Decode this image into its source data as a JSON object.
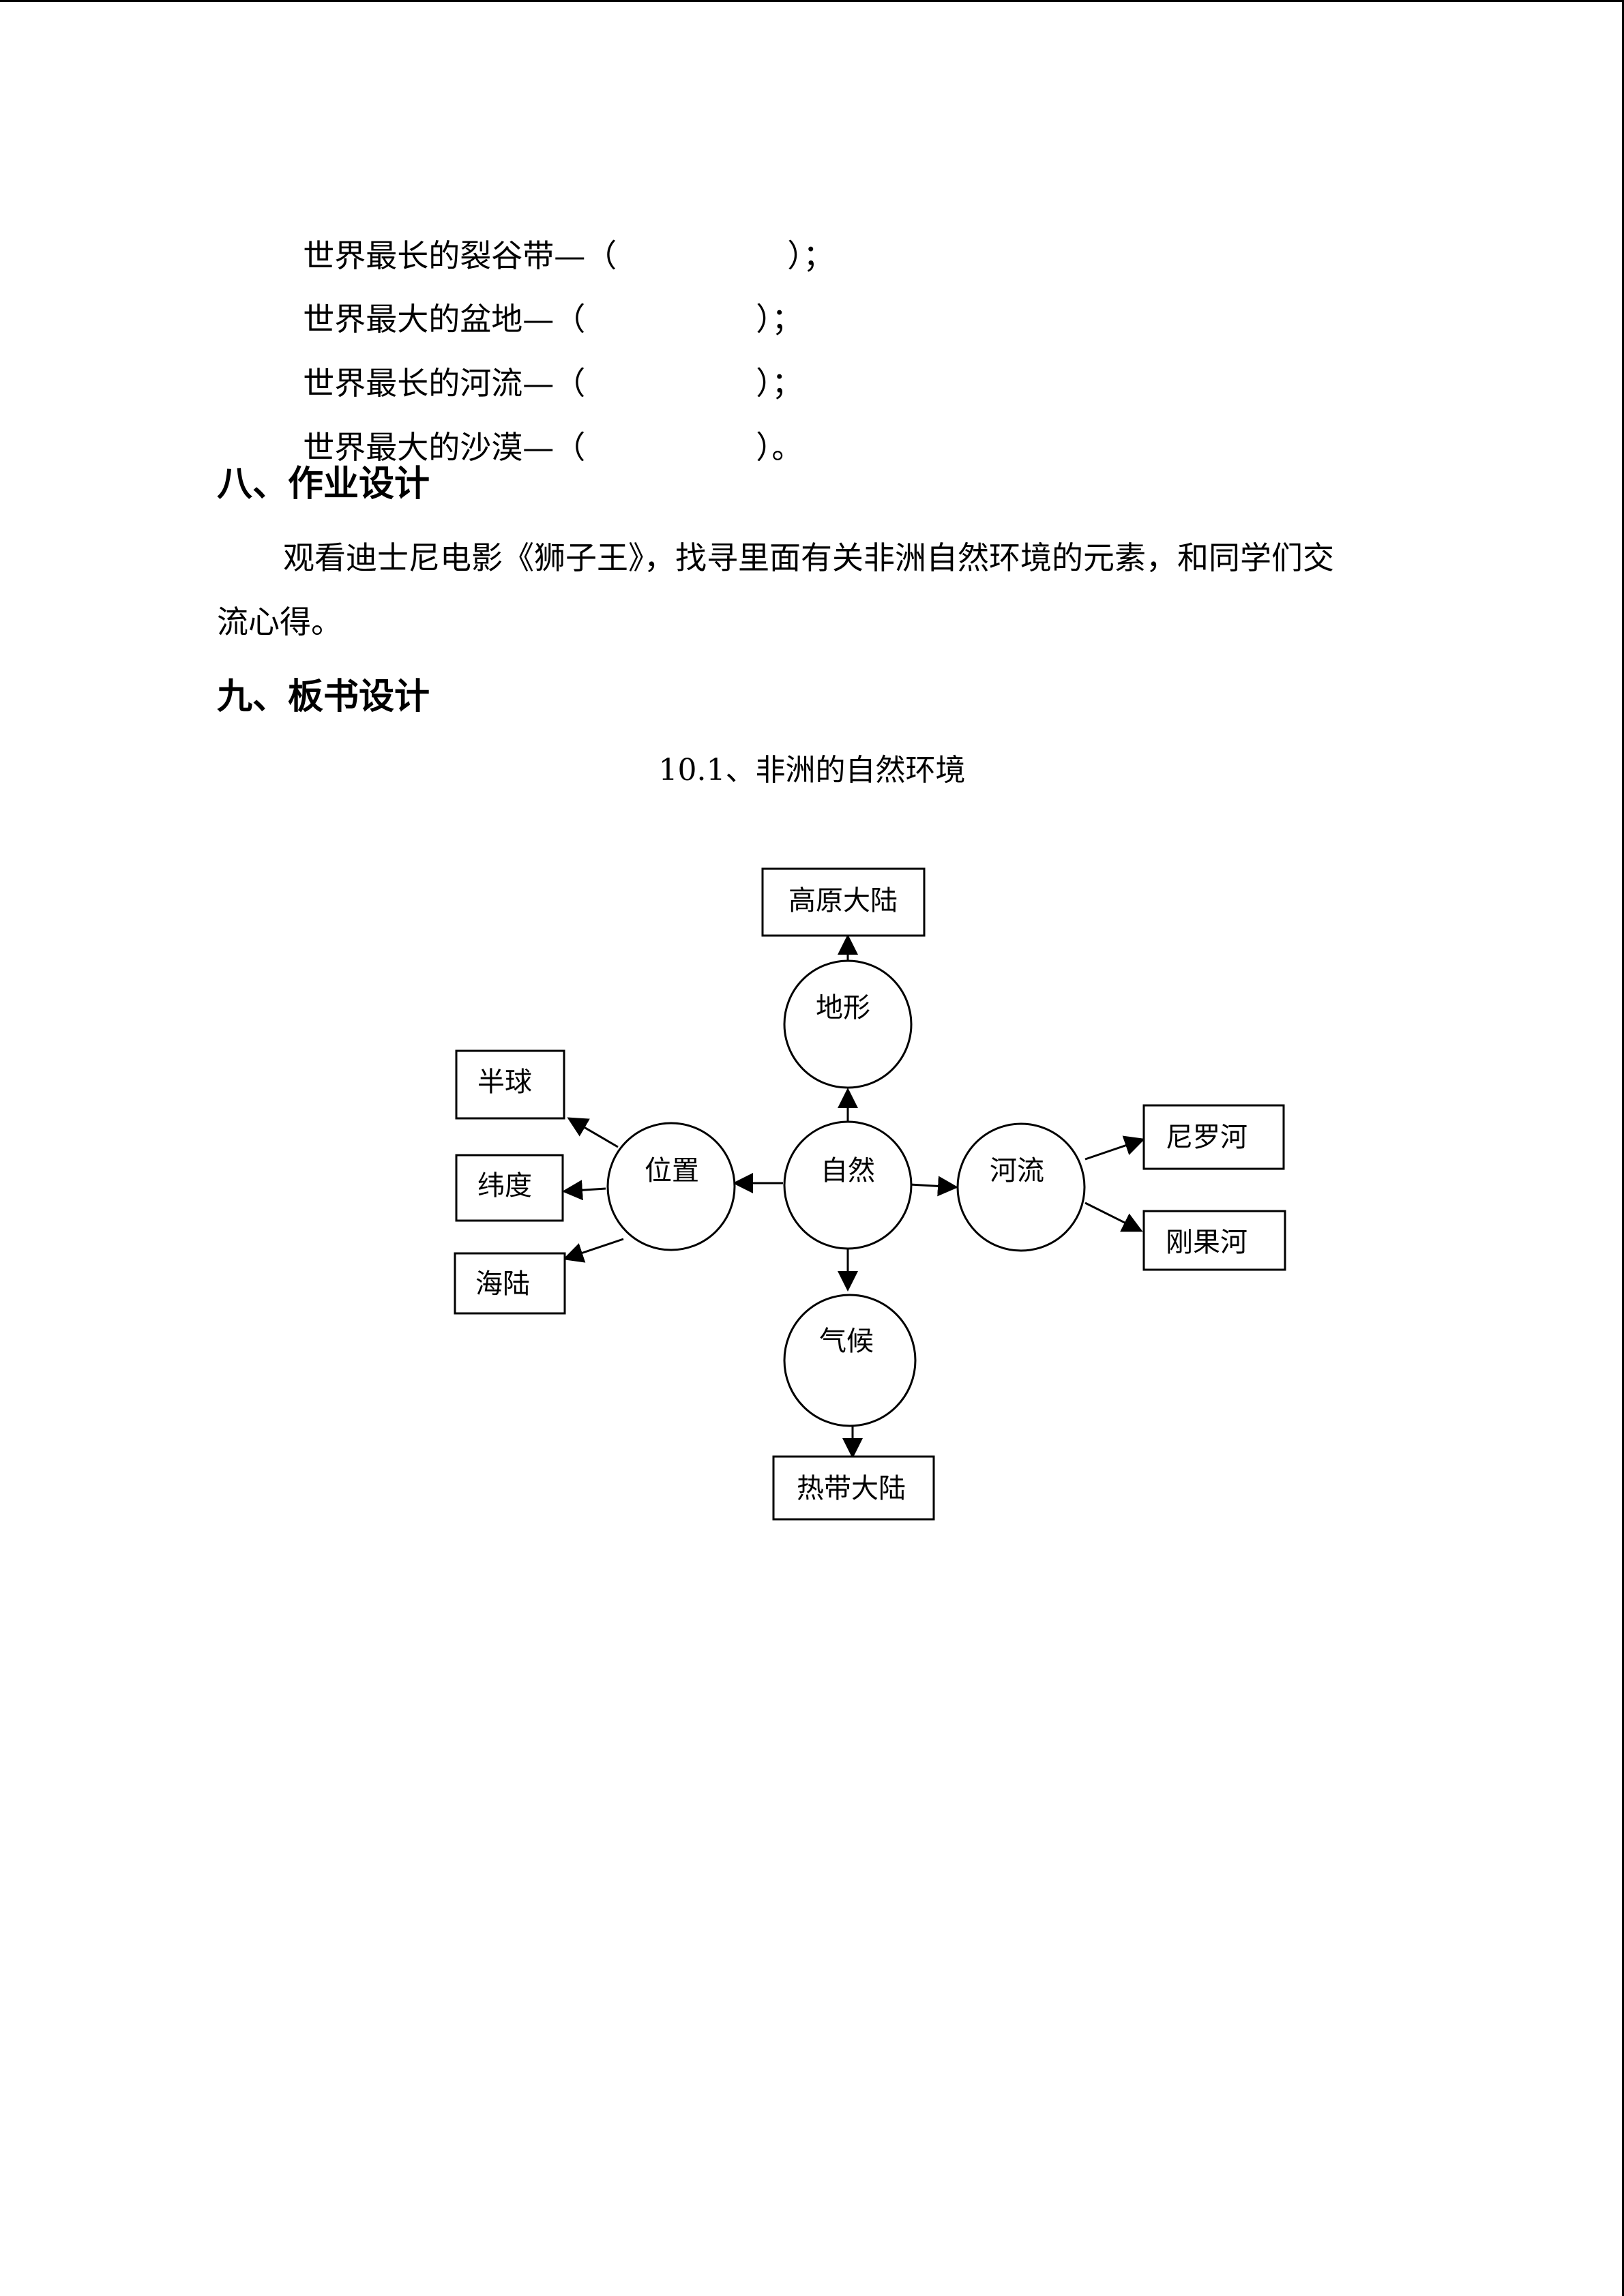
{
  "fill_blanks": [
    {
      "label": "世界最长的裂谷带—（",
      "close": "）；"
    },
    {
      "label": "世界最大的盆地—（",
      "close": "）；"
    },
    {
      "label": "世界最长的河流—（",
      "close": "）；"
    },
    {
      "label": "世界最大的沙漠—（",
      "close": "）。"
    }
  ],
  "section8": {
    "heading": "八、作业设计",
    "para_line1": "观看迪士尼电影《狮子王》，找寻里面有关非洲自然环境的元素，和同学们交",
    "para_line2": "流心得。"
  },
  "section9": {
    "heading": "九、板书设计"
  },
  "diagram": {
    "title": "10.1、非洲的自然环境",
    "center": "自然",
    "terrain": "地形",
    "terrain_result": "高原大陆",
    "position": "位置",
    "position_items": [
      "半球",
      "纬度",
      "海陆"
    ],
    "rivers": "河流",
    "river_items": [
      "尼罗河",
      "刚果河"
    ],
    "climate": "气候",
    "climate_result": "热带大陆"
  }
}
